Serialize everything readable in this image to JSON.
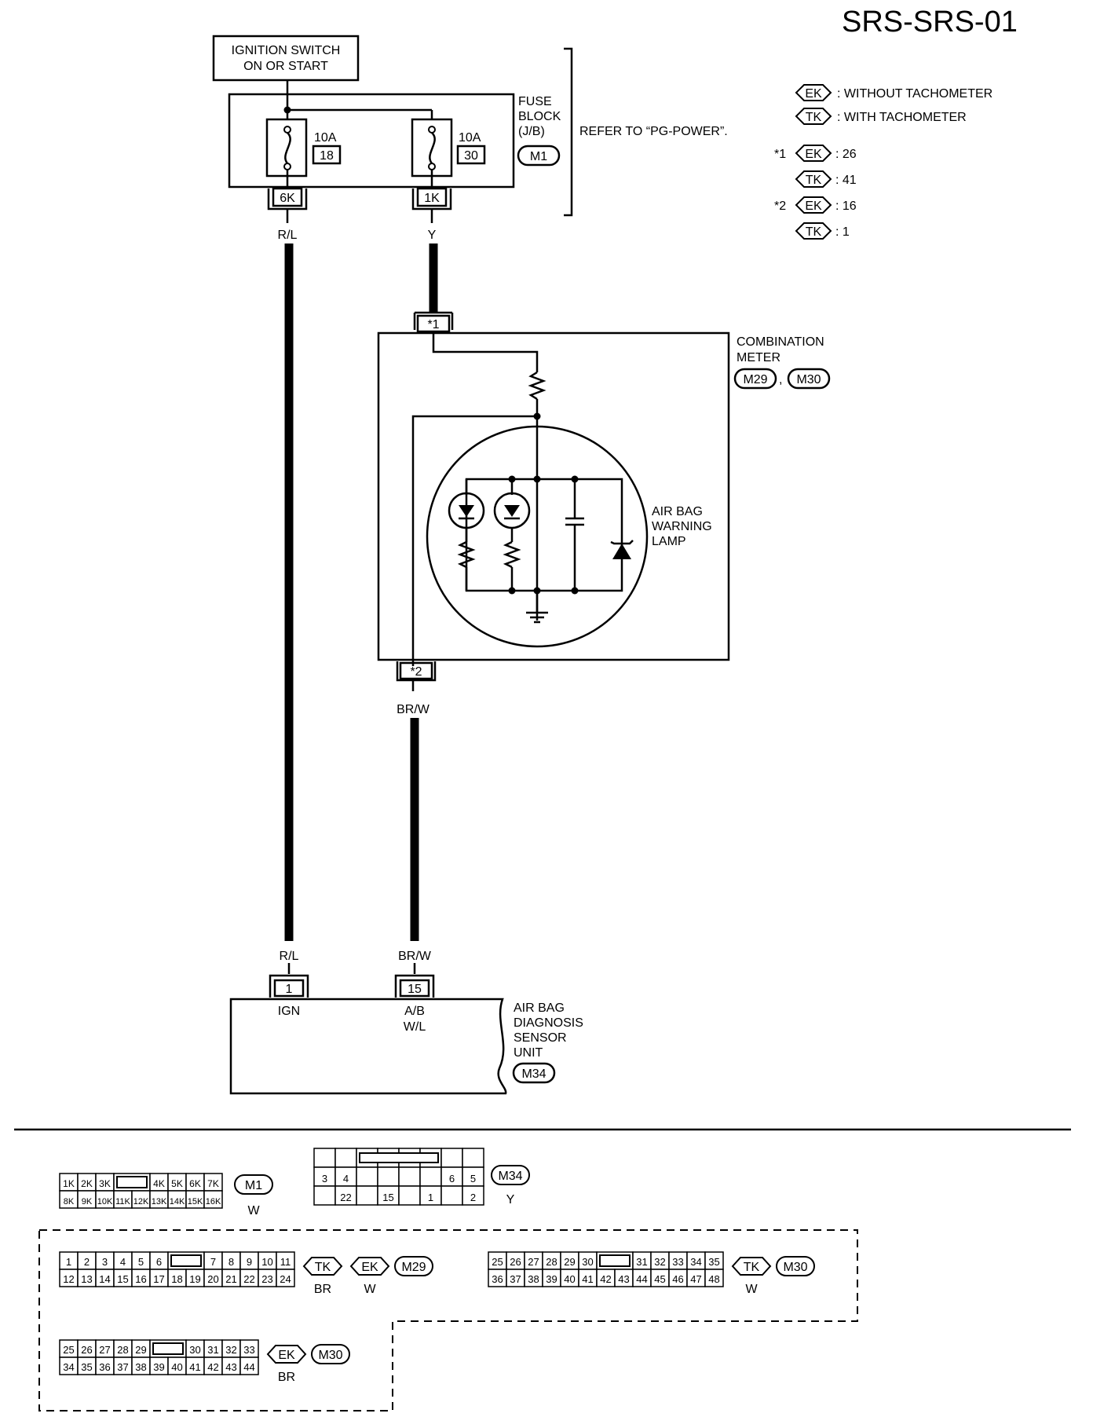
{
  "page_id": "SRS-SRS-01",
  "ignition_switch": {
    "line1": "IGNITION SWITCH",
    "line2": "ON OR START"
  },
  "fuse_block": {
    "line1": "FUSE",
    "line2": "BLOCK",
    "line3": "(J/B)",
    "connector": "M1",
    "refer": "REFER TO “PG-POWER”.",
    "fuses": [
      {
        "rating": "10A",
        "number": "18",
        "terminal": "6K",
        "wire": "R/L"
      },
      {
        "rating": "10A",
        "number": "30",
        "terminal": "1K",
        "wire": "Y"
      }
    ]
  },
  "legend": {
    "items": [
      {
        "tag": "EK",
        "text": ": WITHOUT TACHOMETER"
      },
      {
        "tag": "TK",
        "text": ": WITH TACHOMETER"
      }
    ],
    "pins": [
      {
        "note": "*1",
        "tag": "EK",
        "value": ": 26"
      },
      {
        "note": "",
        "tag": "TK",
        "value": ": 41"
      },
      {
        "note": "*2",
        "tag": "EK",
        "value": ": 16"
      },
      {
        "note": "",
        "tag": "TK",
        "value": ":  1"
      }
    ]
  },
  "combination_meter": {
    "line1": "COMBINATION",
    "line2": "METER",
    "connectors": [
      "M29",
      "M30"
    ],
    "sep": ",",
    "pin_top": "*1",
    "pin_bottom": "*2",
    "wire_out": "BR/W"
  },
  "warning_lamp": {
    "line1": "AIR BAG",
    "line2": "WARNING",
    "line3": "LAMP"
  },
  "sensor_unit": {
    "line1": "AIR BAG",
    "line2": "DIAGNOSIS",
    "line3": "SENSOR",
    "line4": "UNIT",
    "connector": "M34",
    "pins": [
      {
        "wire": "R/L",
        "number": "1",
        "func1": "IGN",
        "func2": ""
      },
      {
        "wire": "BR/W",
        "number": "15",
        "func1": "A/B",
        "func2": "W/L"
      }
    ]
  },
  "connector_views": {
    "m1": {
      "top": [
        "1K",
        "2K",
        "3K",
        "",
        "4K",
        "5K",
        "6K",
        "7K"
      ],
      "bottom": [
        "8K",
        "9K",
        "10K",
        "11K",
        "12K",
        "13K",
        "14K",
        "15K",
        "16K"
      ],
      "name": "M1",
      "color": "W"
    },
    "m34": {
      "row2": [
        "3",
        "4",
        "",
        "",
        "",
        "",
        "6",
        "5"
      ],
      "row3": [
        "",
        "22",
        "",
        "15",
        "",
        "1",
        "",
        "2"
      ],
      "name": "M34",
      "color": "Y"
    },
    "m29": {
      "top": [
        "1",
        "2",
        "3",
        "4",
        "5",
        "6",
        "",
        "7",
        "8",
        "9",
        "10",
        "11"
      ],
      "bottom": [
        "12",
        "13",
        "14",
        "15",
        "16",
        "17",
        "18",
        "19",
        "20",
        "21",
        "22",
        "23",
        "24"
      ],
      "tags": [
        {
          "tag": "TK",
          "color": "BR"
        },
        {
          "tag": "EK",
          "color": "W"
        }
      ],
      "name": "M29"
    },
    "m30_tk": {
      "top": [
        "25",
        "26",
        "27",
        "28",
        "29",
        "30",
        "",
        "31",
        "32",
        "33",
        "34",
        "35"
      ],
      "bottom": [
        "36",
        "37",
        "38",
        "39",
        "40",
        "41",
        "42",
        "43",
        "44",
        "45",
        "46",
        "47",
        "48"
      ],
      "tag": "TK",
      "color": "W",
      "name": "M30"
    },
    "m30_ek": {
      "top": [
        "25",
        "26",
        "27",
        "28",
        "29",
        "",
        "30",
        "31",
        "32",
        "33"
      ],
      "bottom": [
        "34",
        "35",
        "36",
        "37",
        "38",
        "39",
        "40",
        "41",
        "42",
        "43",
        "44"
      ],
      "tag": "EK",
      "color": "BR",
      "name": "M30"
    }
  }
}
